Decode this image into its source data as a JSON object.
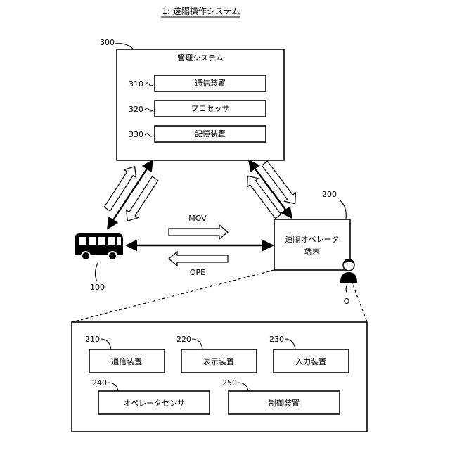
{
  "title": "1: 遠隔操作システム",
  "management": {
    "ref": "300",
    "label": "管理システム",
    "components": [
      {
        "ref": "310",
        "label": "通信装置"
      },
      {
        "ref": "320",
        "label": "プロセッサ"
      },
      {
        "ref": "330",
        "label": "記憶装置"
      }
    ]
  },
  "vehicle": {
    "ref": "100",
    "icon": "bus-icon"
  },
  "terminal": {
    "ref": "200",
    "label_line1": "遠隔オペレータ",
    "label_line2": "端末",
    "operator_label": "O",
    "icon": "operator-person-icon"
  },
  "flows": {
    "mov": "MOV",
    "ope": "OPE"
  },
  "terminal_detail": {
    "components": [
      {
        "ref": "210",
        "label": "通信装置"
      },
      {
        "ref": "220",
        "label": "表示装置"
      },
      {
        "ref": "230",
        "label": "入力装置"
      },
      {
        "ref": "240",
        "label": "オペレータセンサ"
      },
      {
        "ref": "250",
        "label": "制御装置"
      }
    ]
  }
}
